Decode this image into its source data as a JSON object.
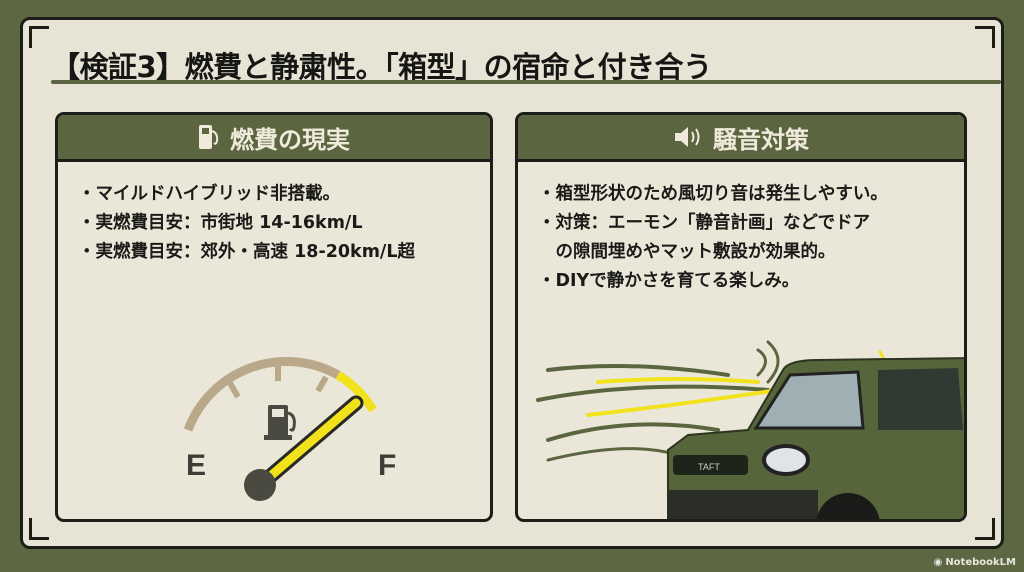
{
  "title": "【検証3】燃費と静粛性。「箱型」の宿命と付き合う",
  "left_panel": {
    "icon": "fuel-pump-icon",
    "heading": "燃費の現実",
    "items": [
      "・マイルドハイブリッド非搭載。",
      "・実燃費目安：市街地 14-16km/L",
      "・実燃費目安：郊外・高速 18-20km/L超"
    ],
    "gauge": {
      "empty_label": "E",
      "full_label": "F",
      "level": 0.85
    }
  },
  "right_panel": {
    "icon": "speaker-icon",
    "heading": "騒音対策",
    "items": [
      "・箱型形状のため風切り音は発生しやすい。",
      "・対策：エーモン「静音計画」などでドア",
      "　の隙間埋めやマット敷設が効果的。",
      "・DIYで静かさを育てる楽しみ。"
    ],
    "car_badge": "TAFT"
  },
  "watermark": "NotebookLM",
  "colors": {
    "olive": "#5b6640",
    "paper": "#e7e3d5",
    "accent_yellow": "#f2e21c",
    "gauge_tan": "#b9a88a"
  }
}
